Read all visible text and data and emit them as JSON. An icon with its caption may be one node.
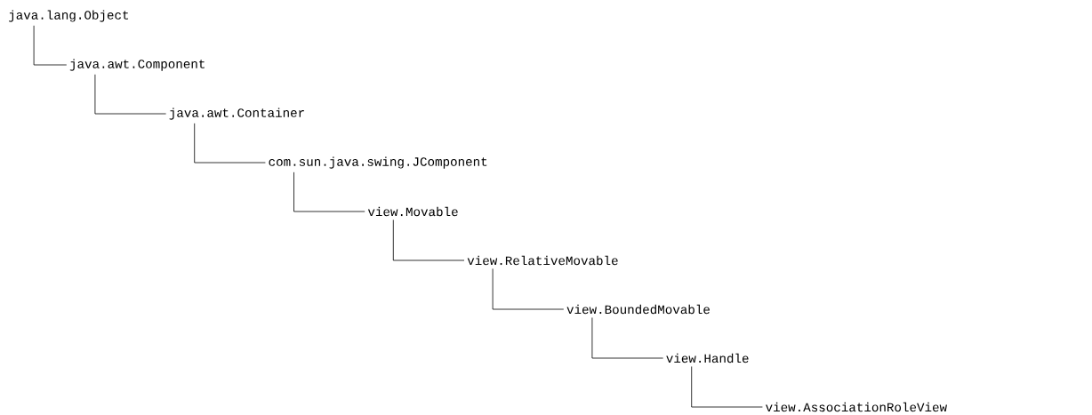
{
  "diagram": {
    "nodes": [
      {
        "text": [
          "java.lang.Object"
        ]
      },
      {
        "text": [
          "java.awt.Component"
        ]
      },
      {
        "text": [
          "java.awt.Container"
        ]
      },
      {
        "text": [
          "com.sun.java.swing.JComponent"
        ]
      },
      {
        "text": [
          "view.Movable"
        ]
      },
      {
        "text": [
          "view.RelativeMovable"
        ]
      },
      {
        "text": [
          "view.BoundedMovable"
        ]
      },
      {
        "text": [
          "view.Handle"
        ]
      },
      {
        "text": [
          "view.AssociationRoleView"
        ]
      }
    ],
    "edges": [
      {
        "from": 0,
        "to": 1,
        "arrow": "none"
      },
      {
        "from": 1,
        "to": 2,
        "arrow": "none"
      },
      {
        "from": 2,
        "to": 3,
        "arrow": "none"
      },
      {
        "from": 3,
        "to": 4,
        "arrow": "none"
      },
      {
        "from": 4,
        "to": 5,
        "arrow": "none"
      },
      {
        "from": 5,
        "to": 6,
        "arrow": "none"
      },
      {
        "from": 6,
        "to": 7,
        "arrow": "none"
      },
      {
        "from": 7,
        "to": 8,
        "arrow": "none"
      }
    ]
  }
}
